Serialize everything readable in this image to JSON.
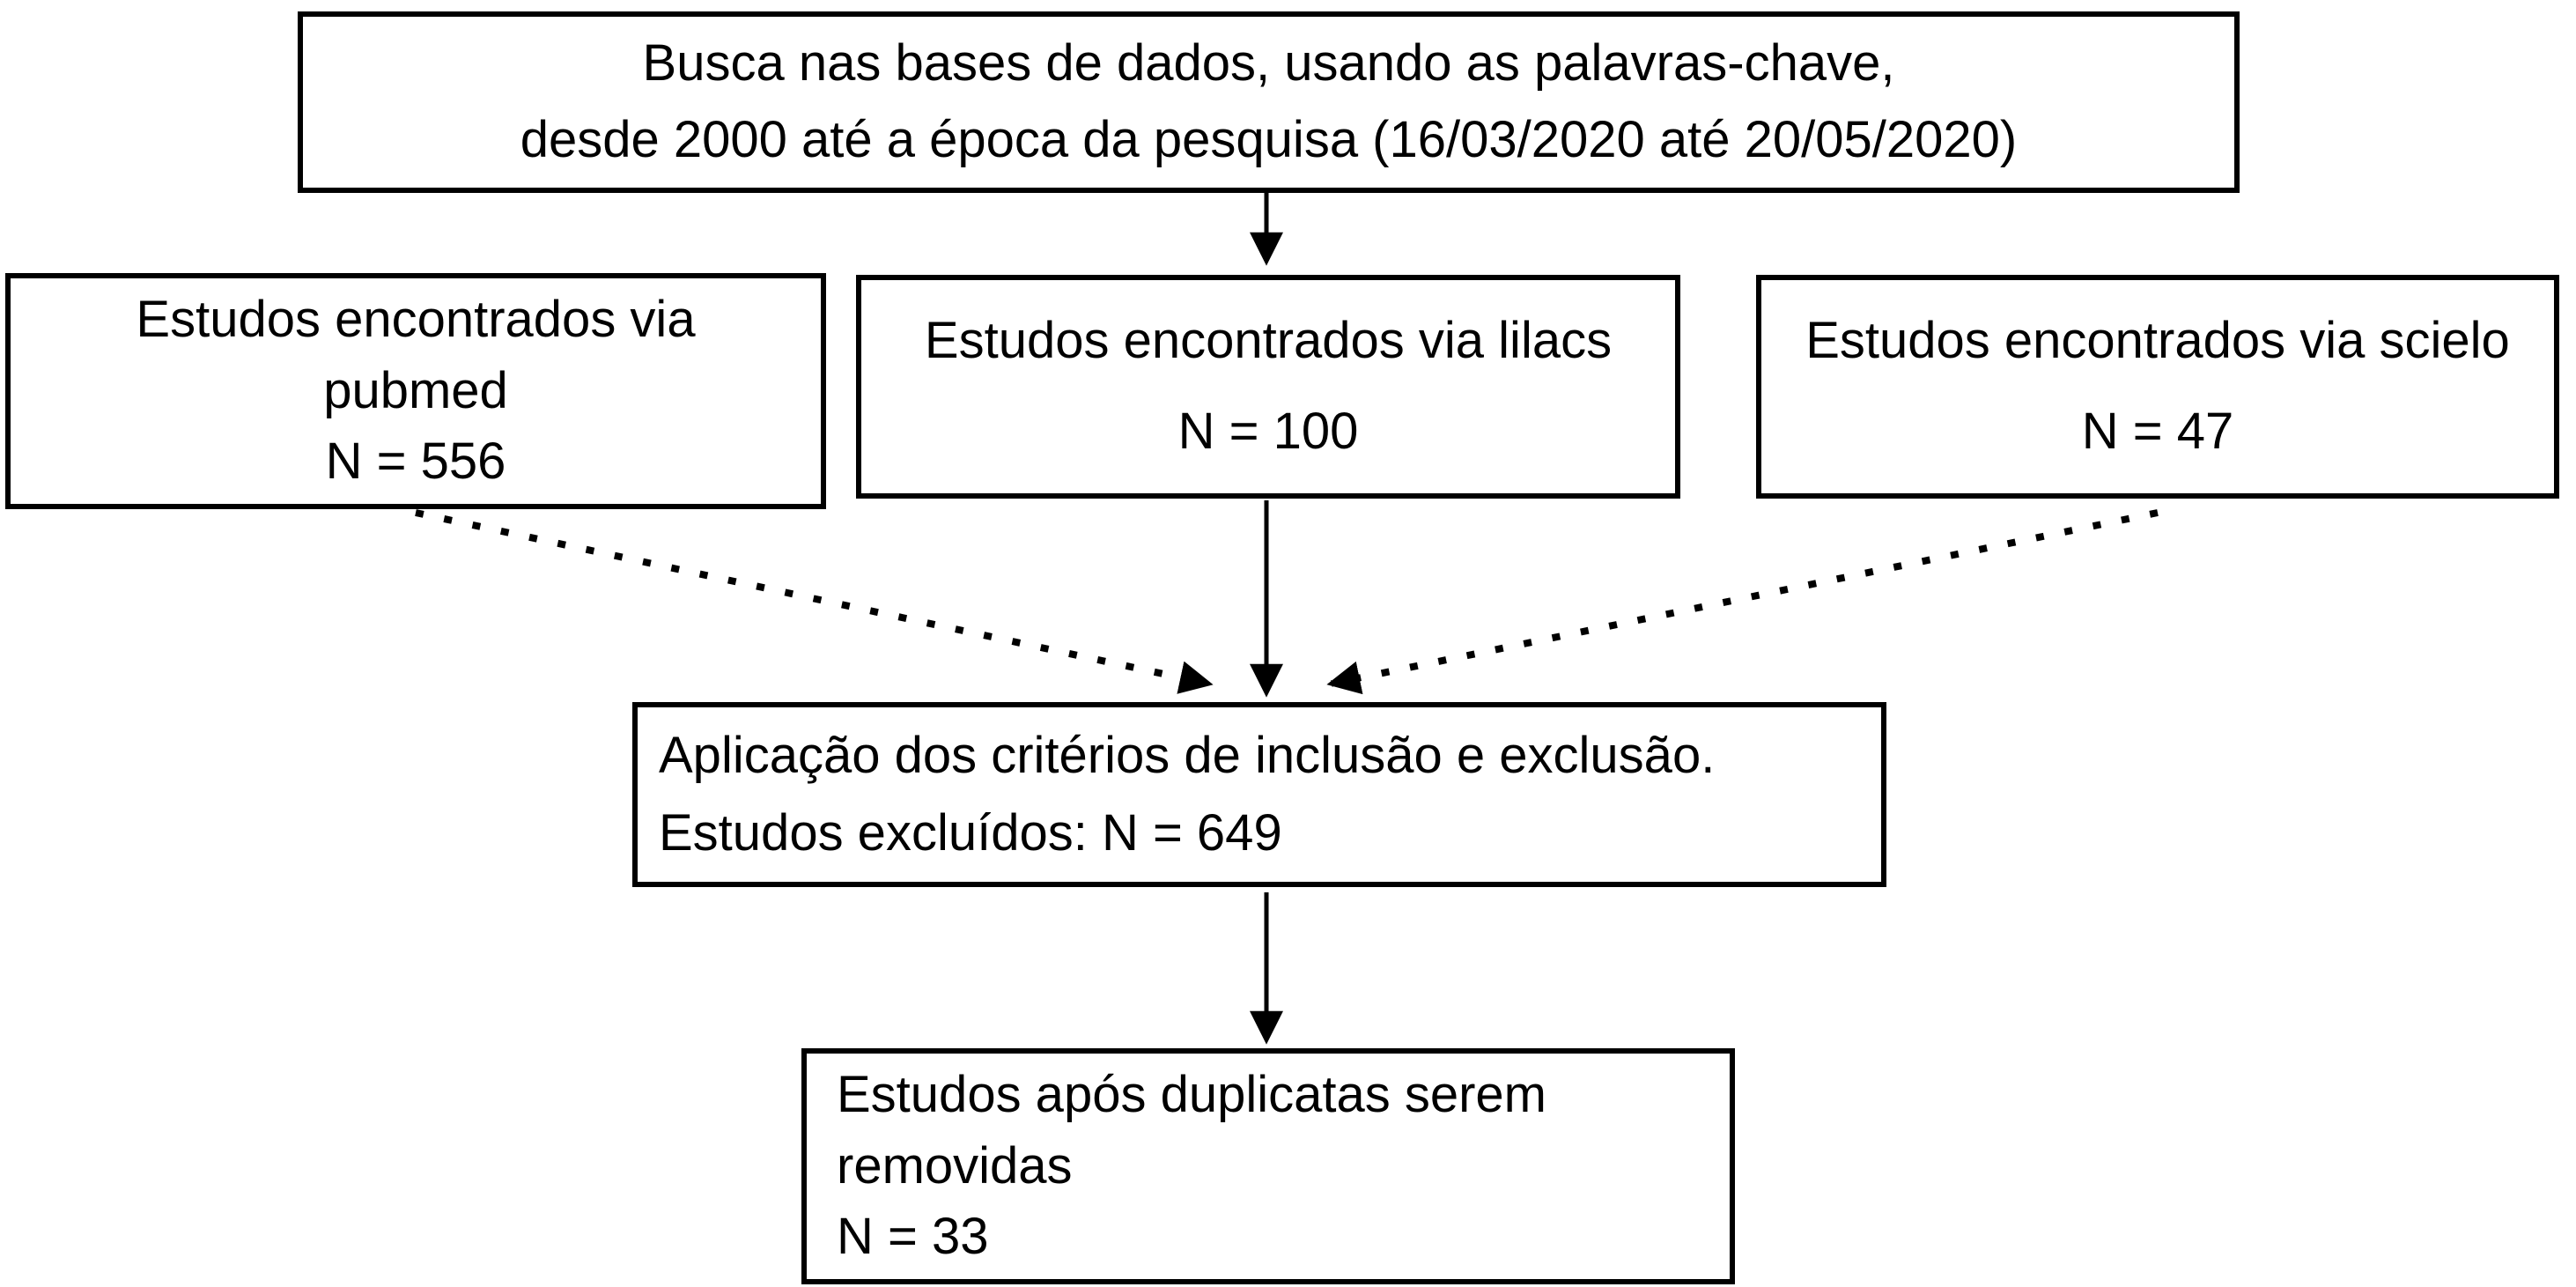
{
  "diagram": {
    "background_color": "#ffffff",
    "border_color": "#000000",
    "text_color": "#000000",
    "nodes": {
      "search": {
        "lines": [
          "Busca nas bases de dados, usando as palavras-chave,",
          "desde 2000 até a época da pesquisa (16/03/2020 até 20/05/2020)"
        ]
      },
      "pubmed": {
        "lines": [
          "Estudos encontrados via",
          "pubmed",
          "N = 556"
        ],
        "n": 556
      },
      "lilacs": {
        "lines": [
          "Estudos encontrados via lilacs",
          "N = 100"
        ],
        "n": 100
      },
      "scielo": {
        "lines": [
          "Estudos encontrados via scielo",
          "N = 47"
        ],
        "n": 47
      },
      "criteria": {
        "lines": [
          "Aplicação dos critérios de inclusão e exclusão.",
          "Estudos excluídos: N = 649"
        ],
        "n_excluded": 649
      },
      "dedup": {
        "lines": [
          "Estudos após duplicatas serem",
          "removidas",
          "N = 33"
        ],
        "n": 33
      }
    },
    "edges": [
      {
        "from": "search",
        "to": "lilacs",
        "style": "solid"
      },
      {
        "from": "lilacs",
        "to": "criteria",
        "style": "solid"
      },
      {
        "from": "pubmed",
        "to": "criteria",
        "style": "dashed"
      },
      {
        "from": "scielo",
        "to": "criteria",
        "style": "dashed"
      },
      {
        "from": "criteria",
        "to": "dedup",
        "style": "solid"
      }
    ]
  }
}
